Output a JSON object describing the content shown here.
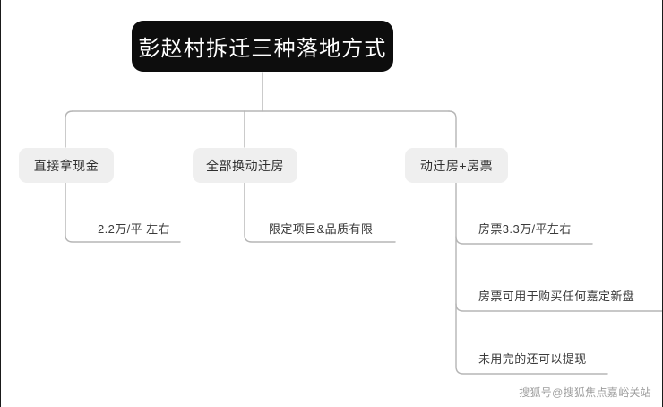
{
  "diagram": {
    "type": "mindmap",
    "root": {
      "label": "彭赵村拆迁三种落地方式"
    },
    "branches": [
      {
        "label": "直接拿现金",
        "children": [
          {
            "label": "2.2万/平 左右"
          }
        ]
      },
      {
        "label": "全部换动迁房",
        "children": [
          {
            "label": "限定项目&品质有限"
          }
        ]
      },
      {
        "label": "动迁房+房票",
        "children": [
          {
            "label": "房票3.3万/平左右"
          },
          {
            "label": "房票可用于购买任何嘉定新盘"
          },
          {
            "label": "未用完的还可以提现"
          }
        ]
      }
    ]
  },
  "watermark": {
    "text": "搜狐号@搜狐焦点嘉峪关站"
  },
  "colors": {
    "root_background": "#0d0d0d",
    "root_text": "#ffffff",
    "branch_background": "#efefef",
    "branch_text": "#2e2e2e",
    "leaf_text": "#3a3a3a",
    "edge_line": "#b5b5b5",
    "canvas_background": "#ffffff",
    "watermark_text": "#8c8c8c"
  }
}
